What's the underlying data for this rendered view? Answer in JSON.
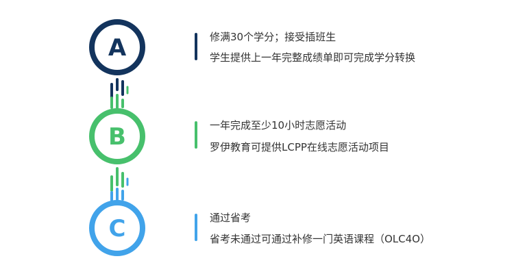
{
  "colors": {
    "a": "#13345d",
    "b": "#47c06c",
    "c": "#41a3ea",
    "text": "#333333"
  },
  "items": [
    {
      "letter": "A",
      "line1": "修满30个学分；接受插班生",
      "line2": "学生提供上一年完整成绩单即可完成学分转换"
    },
    {
      "letter": "B",
      "line1": "一年完成至少10小时志愿活动",
      "line2": "罗伊教育可提供LCPP在线志愿活动项目"
    },
    {
      "letter": "C",
      "line1": "通过省考",
      "line2": "省考未通过可通过补修一门英语课程（OLC4O）"
    }
  ]
}
